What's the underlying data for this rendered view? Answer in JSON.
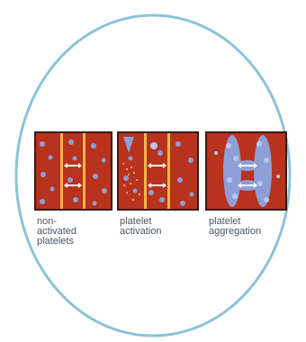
{
  "colors": {
    "circle_stroke": "#8cc3d9",
    "panel_fill": "#b8321e",
    "panel_border": "#3a1a14",
    "vessel_wall": "#f3b64a",
    "platelet": "#8d9fd6",
    "platelet_light": "#b9c6ee",
    "arrow": "#ffffff",
    "caption_text": "#4a5560"
  },
  "panels": [
    {
      "caption": "non-\nactivated\nplatelets"
    },
    {
      "caption": "platelet\nactivation"
    },
    {
      "caption": "platelet\naggregation"
    }
  ]
}
